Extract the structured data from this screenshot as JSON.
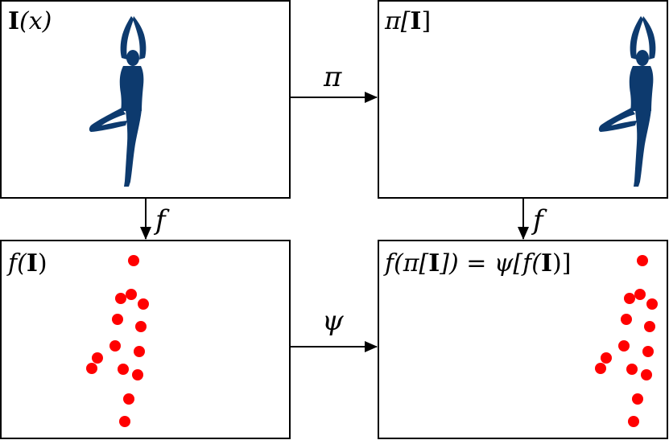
{
  "colors": {
    "silhouette": "#0d3a6e",
    "keypoint": "#ff0000",
    "stroke": "#000000"
  },
  "panels": {
    "top_left": {
      "label_bold": "I",
      "label_rest": "(x)"
    },
    "top_right": {
      "label_pre": "π[",
      "label_bold": "I",
      "label_post": "]"
    },
    "bottom_left": {
      "label_pre": "f(",
      "label_bold": "I",
      "label_post": ")"
    },
    "bottom_right": {
      "label_pre": "f(π[",
      "label_bold1": "I",
      "label_mid": "]) = ψ[f(",
      "label_bold2": "I",
      "label_post": ")]"
    }
  },
  "arrows": {
    "top": "π",
    "bottom": "ψ",
    "left": "f",
    "right": "f"
  },
  "icons": {
    "figure": "tree-pose-silhouette-icon",
    "keypoint": "keypoint-dot-icon"
  }
}
